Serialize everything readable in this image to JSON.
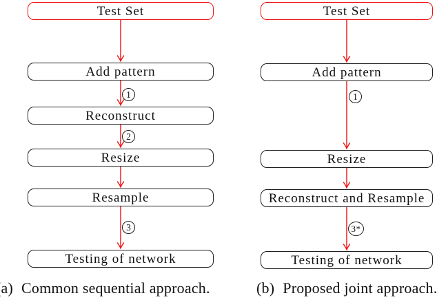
{
  "figure": {
    "background": "#ffffff",
    "accent_red": "#ee1111",
    "node_border_black": "#1f1f1f"
  },
  "panels": [
    {
      "caption": {
        "label": "(a)",
        "text": "Common sequential approach."
      },
      "nodes": [
        "Test Set",
        "Add pattern",
        "Reconstruct",
        "Resize",
        "Resample",
        "Testing of network"
      ],
      "edge_badges": [
        "1",
        "2",
        "3"
      ]
    },
    {
      "caption": {
        "label": "(b)",
        "text": "Proposed joint approach."
      },
      "nodes": [
        "Test Set",
        "Add pattern",
        "Resize",
        "Reconstruct and Resample",
        "Testing of network"
      ],
      "edge_badges": [
        "1",
        "3*"
      ]
    }
  ]
}
